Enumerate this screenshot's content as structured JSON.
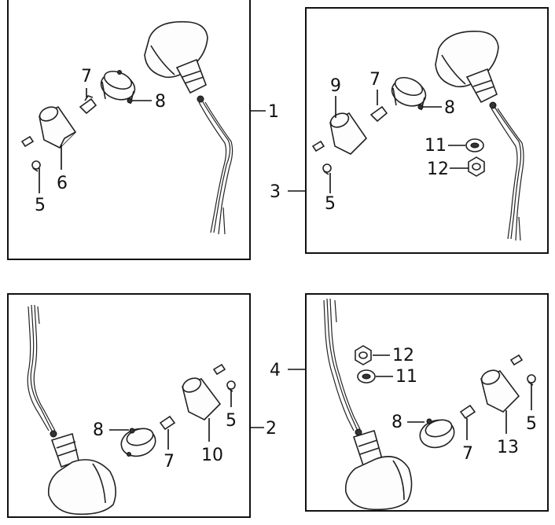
{
  "diagram": {
    "panels": [
      {
        "name": "top-left",
        "callout": "1",
        "labels": [
          "5",
          "6",
          "7",
          "8"
        ]
      },
      {
        "name": "bottom-left",
        "callout": "2",
        "labels": [
          "5",
          "7",
          "8",
          "10"
        ]
      },
      {
        "name": "top-right",
        "callout": "3",
        "labels": [
          "5",
          "7",
          "8",
          "9",
          "11",
          "12"
        ]
      },
      {
        "name": "bottom-right",
        "callout": "4",
        "labels": [
          "5",
          "7",
          "8",
          "11",
          "12",
          "13"
        ]
      }
    ]
  }
}
